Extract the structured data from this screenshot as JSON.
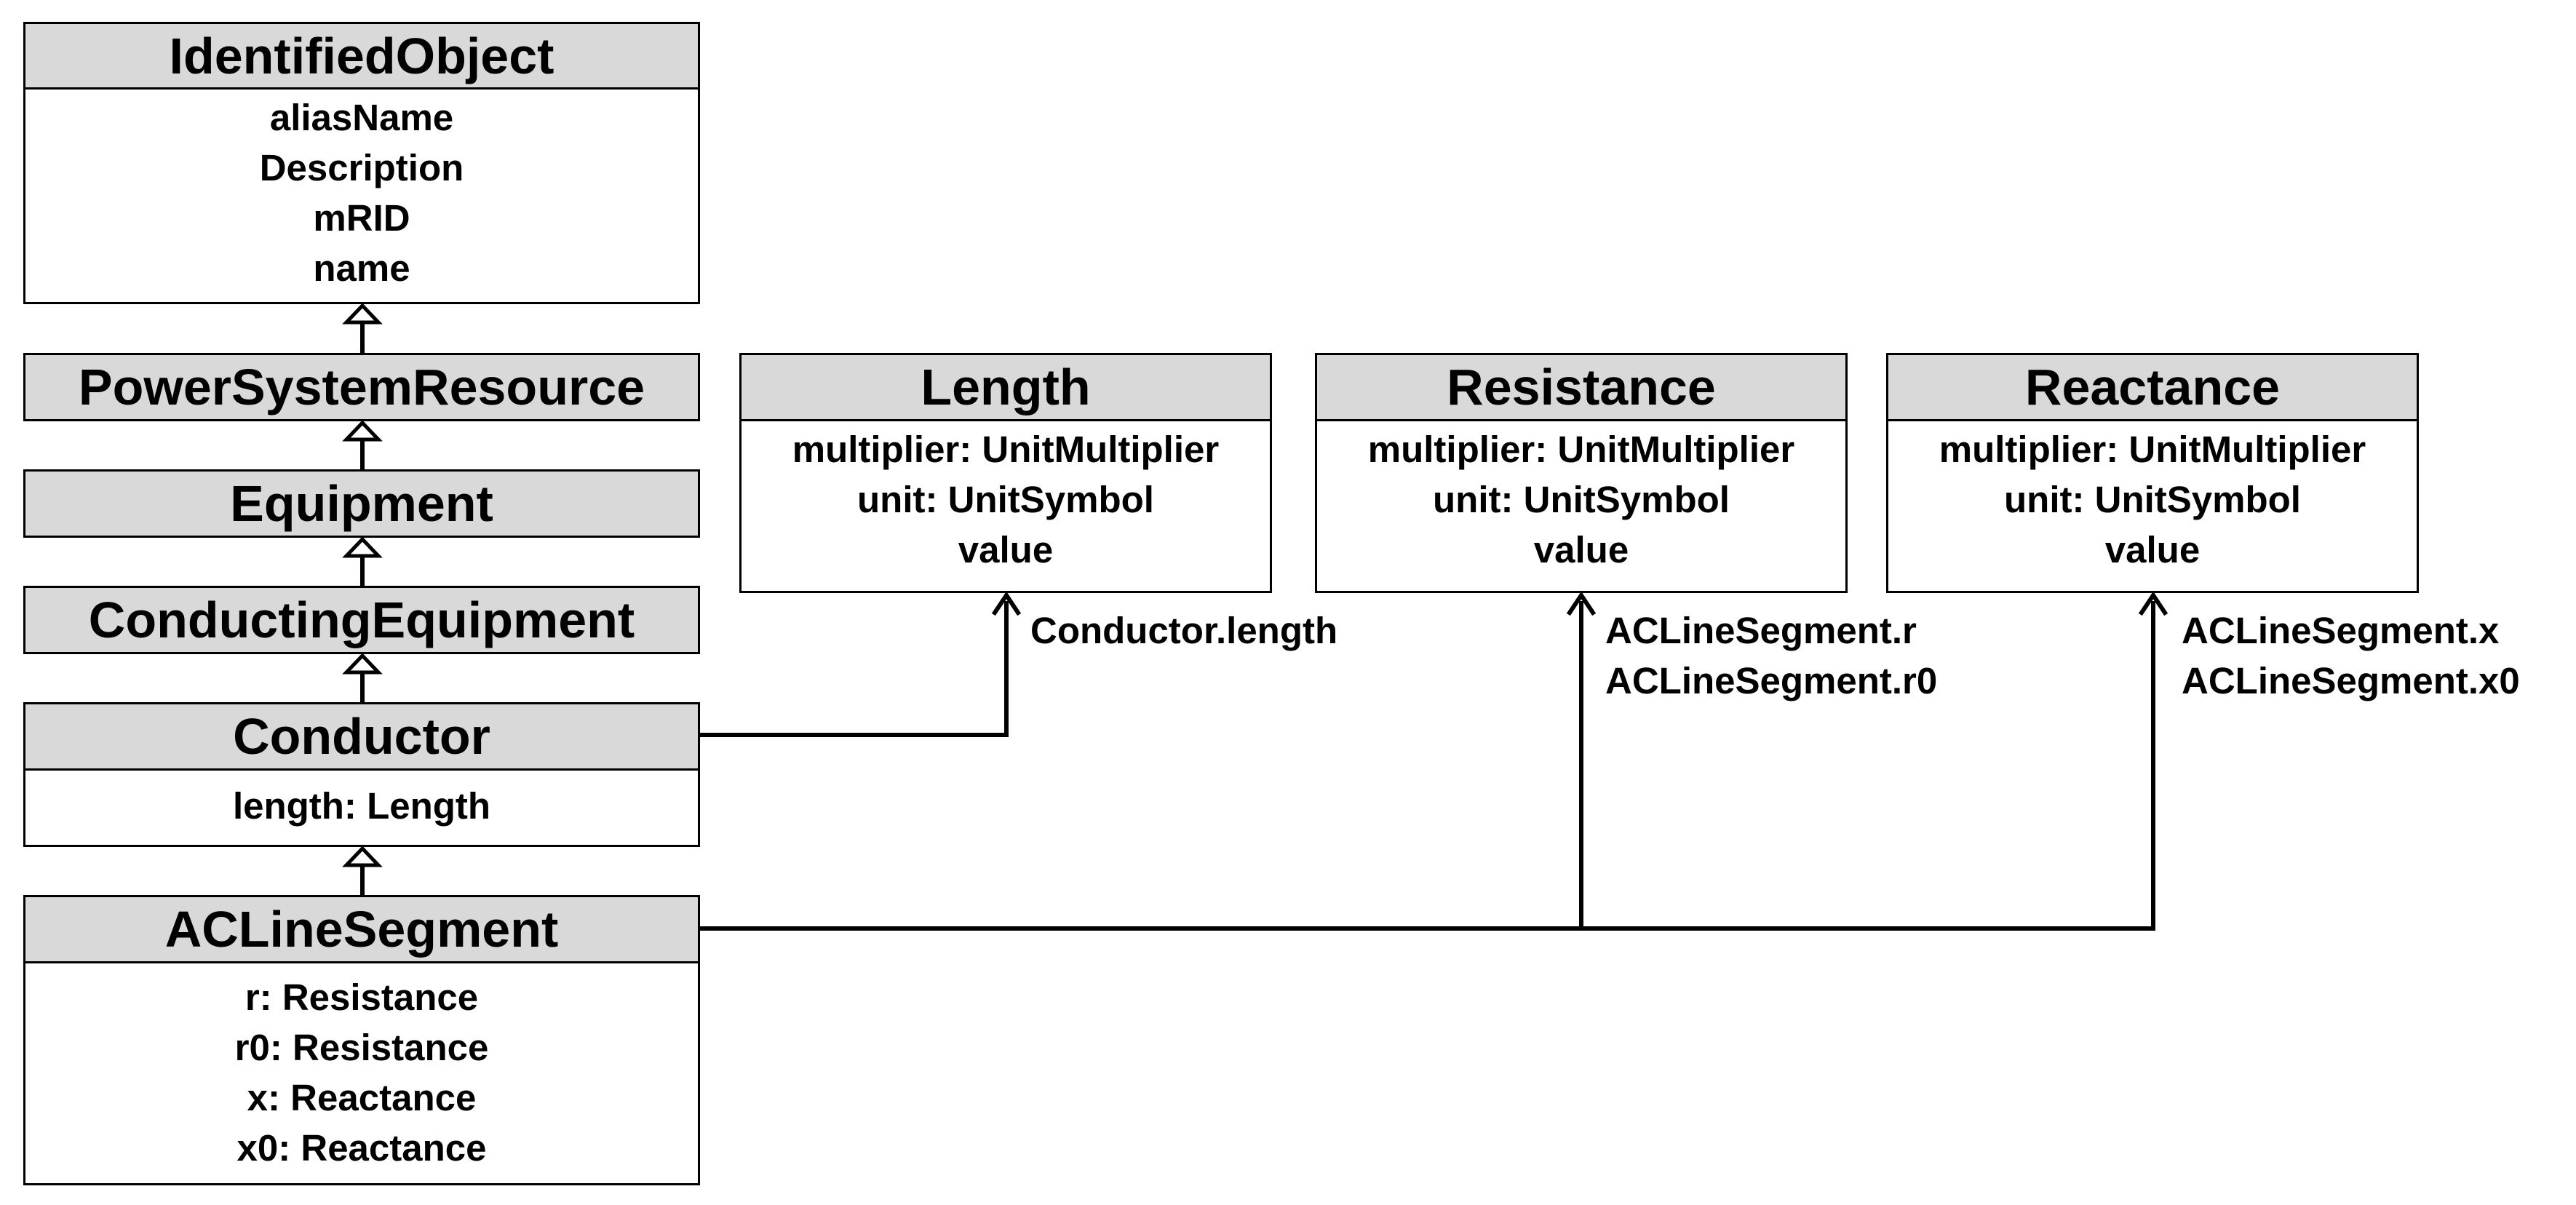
{
  "classes": {
    "identified_object": {
      "name": "IdentifiedObject",
      "attributes": [
        "aliasName",
        "Description",
        "mRID",
        "name"
      ]
    },
    "power_system_resource": {
      "name": "PowerSystemResource"
    },
    "equipment": {
      "name": "Equipment"
    },
    "conducting_equipment": {
      "name": "ConductingEquipment"
    },
    "conductor": {
      "name": "Conductor",
      "attributes": [
        "length: Length"
      ]
    },
    "ac_line_segment": {
      "name": "ACLineSegment",
      "attributes": [
        "r: Resistance",
        "r0: Resistance",
        "x: Reactance",
        "x0: Reactance"
      ]
    },
    "length": {
      "name": "Length",
      "attributes": [
        "multiplier: UnitMultiplier",
        "unit: UnitSymbol",
        "value"
      ]
    },
    "resistance": {
      "name": "Resistance",
      "attributes": [
        "multiplier: UnitMultiplier",
        "unit: UnitSymbol",
        "value"
      ]
    },
    "reactance": {
      "name": "Reactance",
      "attributes": [
        "multiplier: UnitMultiplier",
        "unit: UnitSymbol",
        "value"
      ]
    }
  },
  "associations": {
    "conductor_length": [
      "Conductor.length"
    ],
    "segment_resistance": [
      "ACLineSegment.r",
      "ACLineSegment.r0"
    ],
    "segment_reactance": [
      "ACLineSegment.x",
      "ACLineSegment.x0"
    ]
  },
  "colors": {
    "header_fill": "#d9d9d9",
    "line": "#000000",
    "background": "#ffffff"
  }
}
